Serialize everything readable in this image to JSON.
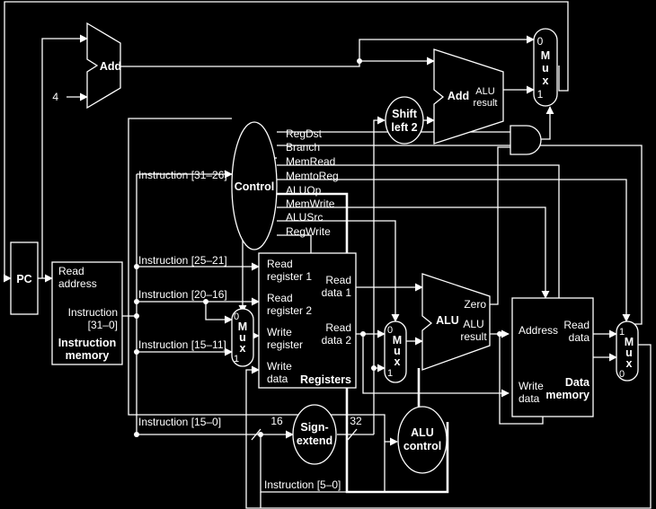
{
  "units": {
    "pc": "PC",
    "adder_top": "Add",
    "const4": "4",
    "adder_branch": "Add",
    "adder_branch_result": [
      "ALU",
      "result"
    ],
    "shift": [
      "Shift",
      "left 2"
    ],
    "control": "Control",
    "sign_extend": [
      "Sign-",
      "extend"
    ],
    "alu": "ALU",
    "alu_result": [
      "ALU",
      "result"
    ],
    "alu_zero": "Zero",
    "alu_control": [
      "ALU",
      "control"
    ],
    "width_in": "16",
    "width_out": "32"
  },
  "control_signals": [
    "RegDst",
    "Branch",
    "MemRead",
    "MemtoReg",
    "ALUOp",
    "MemWrite",
    "ALUSrc",
    "RegWrite"
  ],
  "instruction_fields": {
    "op": "Instruction [31–26]",
    "rs": "Instruction [25–21]",
    "rt": "Instruction [20–16]",
    "rd": "Instruction [15–11]",
    "imm": "Instruction [15–0]",
    "funct": "Instruction [5–0]"
  },
  "instruction_memory": {
    "read_address": [
      "Read",
      "address"
    ],
    "instruction": [
      "Instruction",
      "[31–0]"
    ],
    "title": [
      "Instruction",
      "memory"
    ]
  },
  "registers": {
    "read_reg1": [
      "Read",
      "register 1"
    ],
    "read_reg2": [
      "Read",
      "register 2"
    ],
    "write_reg": [
      "Write",
      "register"
    ],
    "write_data": [
      "Write",
      "data"
    ],
    "read_data1": [
      "Read",
      "data 1"
    ],
    "read_data2": [
      "Read",
      "data 2"
    ],
    "title": "Registers"
  },
  "data_memory": {
    "address": "Address",
    "read_data": [
      "Read",
      "data"
    ],
    "write_data": [
      "Write",
      "data"
    ],
    "title": [
      "Data",
      "memory"
    ]
  },
  "muxes": {
    "label": [
      "M",
      "u",
      "x"
    ],
    "zero": "0",
    "one": "1"
  }
}
